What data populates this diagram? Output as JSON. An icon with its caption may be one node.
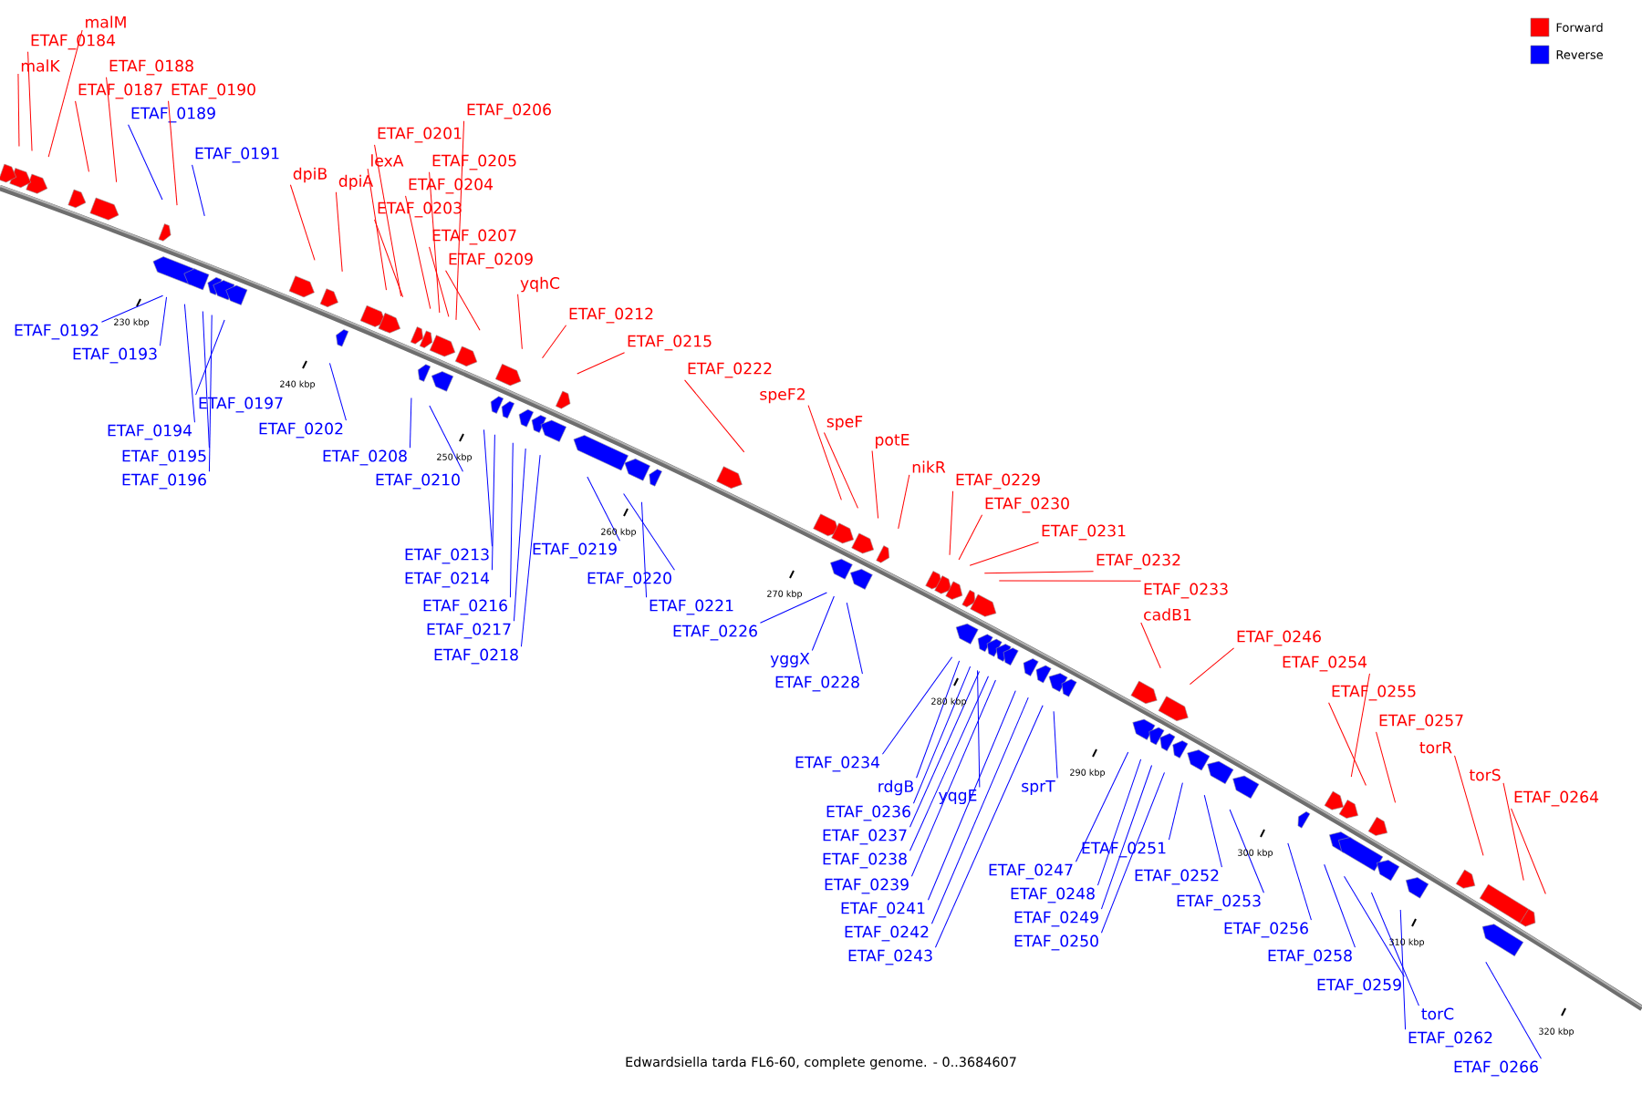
{
  "diagram": {
    "caption": "Edwardsiella tarda FL6-60, complete genome. - 0..3684607",
    "nodes": [
      {
        "text": [
          "malM"
        ]
      },
      {
        "text": [
          "ETAF_0184"
        ]
      },
      {
        "text": [
          "malK"
        ]
      },
      {
        "text": [
          "ETAF_0188"
        ]
      },
      {
        "text": [
          "ETAF_0187"
        ]
      },
      {
        "text": [
          "ETAF_0190"
        ]
      },
      {
        "text": [
          "ETAF_0189"
        ]
      },
      {
        "text": [
          "ETAF_0191"
        ]
      },
      {
        "text": [
          "dpiB"
        ]
      },
      {
        "text": [
          "dpiA"
        ]
      },
      {
        "text": [
          "lexA"
        ]
      },
      {
        "text": [
          "ETAF_0201"
        ]
      },
      {
        "text": [
          "ETAF_0206"
        ]
      },
      {
        "text": [
          "ETAF_0205"
        ]
      },
      {
        "text": [
          "ETAF_0204"
        ]
      },
      {
        "text": [
          "ETAF_0203"
        ]
      },
      {
        "text": [
          "ETAF_0207"
        ]
      },
      {
        "text": [
          "ETAF_0209"
        ]
      },
      {
        "text": [
          "yqhC"
        ]
      },
      {
        "text": [
          "ETAF_0212"
        ]
      },
      {
        "text": [
          "ETAF_0215"
        ]
      },
      {
        "text": [
          "ETAF_0222"
        ]
      },
      {
        "text": [
          "speF2"
        ]
      },
      {
        "text": [
          "speF"
        ]
      },
      {
        "text": [
          "potE"
        ]
      },
      {
        "text": [
          "nikR"
        ]
      },
      {
        "text": [
          "ETAF_0229"
        ]
      },
      {
        "text": [
          "ETAF_0230"
        ]
      },
      {
        "text": [
          "ETAF_0231"
        ]
      },
      {
        "text": [
          "ETAF_0232"
        ]
      },
      {
        "text": [
          "ETAF_0233"
        ]
      },
      {
        "text": [
          "cadB1"
        ]
      },
      {
        "text": [
          "ETAF_0246"
        ]
      },
      {
        "text": [
          "ETAF_0254"
        ]
      },
      {
        "text": [
          "ETAF_0255"
        ]
      },
      {
        "text": [
          "ETAF_0257"
        ]
      },
      {
        "text": [
          "torR"
        ]
      },
      {
        "text": [
          "torS"
        ]
      },
      {
        "text": [
          "ETAF_0264"
        ]
      },
      {
        "text": [
          "ETAF_0192"
        ]
      },
      {
        "text": [
          "ETAF_0193"
        ]
      },
      {
        "text": [
          "ETAF_0194"
        ]
      },
      {
        "text": [
          "ETAF_0195"
        ]
      },
      {
        "text": [
          "ETAF_0196"
        ]
      },
      {
        "text": [
          "ETAF_0197"
        ]
      },
      {
        "text": [
          "ETAF_0202"
        ]
      },
      {
        "text": [
          "ETAF_0208"
        ]
      },
      {
        "text": [
          "ETAF_0210"
        ]
      },
      {
        "text": [
          "ETAF_0213"
        ]
      },
      {
        "text": [
          "ETAF_0214"
        ]
      },
      {
        "text": [
          "ETAF_0216"
        ]
      },
      {
        "text": [
          "ETAF_0217"
        ]
      },
      {
        "text": [
          "ETAF_0218"
        ]
      },
      {
        "text": [
          "ETAF_0219"
        ]
      },
      {
        "text": [
          "ETAF_0220"
        ]
      },
      {
        "text": [
          "ETAF_0221"
        ]
      },
      {
        "text": [
          "ETAF_0226"
        ]
      },
      {
        "text": [
          "yggX"
        ]
      },
      {
        "text": [
          "ETAF_0228"
        ]
      },
      {
        "text": [
          "ETAF_0234"
        ]
      },
      {
        "text": [
          "rdgB"
        ]
      },
      {
        "text": [
          "yqgE"
        ]
      },
      {
        "text": [
          "ETAF_0236"
        ]
      },
      {
        "text": [
          "ETAF_0237"
        ]
      },
      {
        "text": [
          "ETAF_0238"
        ]
      },
      {
        "text": [
          "ETAF_0239"
        ]
      },
      {
        "text": [
          "ETAF_0241"
        ]
      },
      {
        "text": [
          "ETAF_0242"
        ]
      },
      {
        "text": [
          "ETAF_0243"
        ]
      },
      {
        "text": [
          "sprT"
        ]
      },
      {
        "text": [
          "ETAF_0247"
        ]
      },
      {
        "text": [
          "ETAF_0248"
        ]
      },
      {
        "text": [
          "ETAF_0249"
        ]
      },
      {
        "text": [
          "ETAF_0250"
        ]
      },
      {
        "text": [
          "ETAF_0251"
        ]
      },
      {
        "text": [
          "ETAF_0252"
        ]
      },
      {
        "text": [
          "ETAF_0253"
        ]
      },
      {
        "text": [
          "ETAF_0256"
        ]
      },
      {
        "text": [
          "ETAF_0258"
        ]
      },
      {
        "text": [
          "ETAF_0259"
        ]
      },
      {
        "text": [
          "torC"
        ]
      },
      {
        "text": [
          "ETAF_0262"
        ]
      },
      {
        "text": [
          "ETAF_0266"
        ]
      }
    ],
    "edges": [
      {
        "from": 0,
        "to": null,
        "arrow": "none",
        "color": "#ff0000"
      },
      {
        "from": 1,
        "to": null,
        "arrow": "none",
        "color": "#ff0000"
      },
      {
        "from": 2,
        "to": null,
        "arrow": "none",
        "color": "#ff0000"
      },
      {
        "from": 3,
        "to": null,
        "arrow": "none",
        "color": "#ff0000"
      },
      {
        "from": 4,
        "to": null,
        "arrow": "none",
        "color": "#ff0000"
      },
      {
        "from": 5,
        "to": null,
        "arrow": "none",
        "color": "#ff0000"
      },
      {
        "from": 6,
        "to": null,
        "arrow": "none"
      },
      {
        "from": 7,
        "to": null,
        "arrow": "none"
      },
      {
        "from": 8,
        "to": null,
        "arrow": "none",
        "color": "#ff0000"
      },
      {
        "from": 9,
        "to": null,
        "arrow": "none",
        "color": "#ff0000"
      },
      {
        "from": 10,
        "to": null,
        "arrow": "none",
        "color": "#ff0000"
      },
      {
        "from": 11,
        "to": null,
        "arrow": "none",
        "color": "#ff0000"
      },
      {
        "from": 12,
        "to": null,
        "arrow": "none",
        "color": "#ff0000"
      },
      {
        "from": 13,
        "to": null,
        "arrow": "none",
        "color": "#ff0000"
      },
      {
        "from": 14,
        "to": null,
        "arrow": "none",
        "color": "#ff0000"
      },
      {
        "from": 15,
        "to": null,
        "arrow": "none",
        "color": "#ff0000"
      },
      {
        "from": 16,
        "to": null,
        "arrow": "none",
        "color": "#ff0000"
      },
      {
        "from": 17,
        "to": null,
        "arrow": "none",
        "color": "#ff0000"
      },
      {
        "from": 18,
        "to": null,
        "arrow": "none",
        "color": "#ff0000"
      },
      {
        "from": 19,
        "to": null,
        "arrow": "none",
        "color": "#ff0000"
      },
      {
        "from": 20,
        "to": null,
        "arrow": "none",
        "color": "#ff0000"
      },
      {
        "from": 21,
        "to": null,
        "arrow": "none",
        "color": "#ff0000"
      },
      {
        "from": 22,
        "to": null,
        "arrow": "none",
        "color": "#ff0000"
      },
      {
        "from": 23,
        "to": null,
        "arrow": "none",
        "color": "#ff0000"
      },
      {
        "from": 24,
        "to": null,
        "arrow": "none",
        "color": "#ff0000"
      },
      {
        "from": 25,
        "to": null,
        "arrow": "none",
        "color": "#ff0000"
      },
      {
        "from": 26,
        "to": null,
        "arrow": "none",
        "color": "#ff0000"
      },
      {
        "from": 27,
        "to": null,
        "arrow": "none",
        "color": "#ff0000"
      },
      {
        "from": 28,
        "to": null,
        "arrow": "none",
        "color": "#ff0000"
      },
      {
        "from": 29,
        "to": null,
        "arrow": "none",
        "color": "#ff0000"
      },
      {
        "from": 30,
        "to": null,
        "arrow": "none",
        "color": "#ff0000"
      },
      {
        "from": 31,
        "to": null,
        "arrow": "none",
        "color": "#ff0000"
      },
      {
        "from": 32,
        "to": null,
        "arrow": "none",
        "color": "#ff0000"
      },
      {
        "from": 33,
        "to": null,
        "arrow": "none",
        "color": "#ff0000"
      },
      {
        "from": 34,
        "to": null,
        "arrow": "none",
        "color": "#ff0000"
      },
      {
        "from": 35,
        "to": null,
        "arrow": "none",
        "color": "#ff0000"
      },
      {
        "from": 36,
        "to": null,
        "arrow": "none",
        "color": "#ff0000"
      },
      {
        "from": 37,
        "to": null,
        "arrow": "none",
        "color": "#ff0000"
      },
      {
        "from": 38,
        "to": null,
        "arrow": "none",
        "color": "#ff0000"
      },
      {
        "from": 39,
        "to": null,
        "arrow": "none"
      },
      {
        "from": 40,
        "to": null,
        "arrow": "none"
      },
      {
        "from": 41,
        "to": null,
        "arrow": "none"
      },
      {
        "from": 42,
        "to": null,
        "arrow": "none"
      },
      {
        "from": 43,
        "to": null,
        "arrow": "none"
      },
      {
        "from": 44,
        "to": null,
        "arrow": "none"
      },
      {
        "from": 45,
        "to": null,
        "arrow": "none"
      },
      {
        "from": 46,
        "to": null,
        "arrow": "none"
      },
      {
        "from": 47,
        "to": null,
        "arrow": "none"
      },
      {
        "from": 48,
        "to": null,
        "arrow": "none"
      },
      {
        "from": 49,
        "to": null,
        "arrow": "none"
      },
      {
        "from": 50,
        "to": null,
        "arrow": "none"
      },
      {
        "from": 51,
        "to": null,
        "arrow": "none"
      },
      {
        "from": 52,
        "to": null,
        "arrow": "none"
      },
      {
        "from": 53,
        "to": null,
        "arrow": "none"
      },
      {
        "from": 54,
        "to": null,
        "arrow": "none"
      },
      {
        "from": 55,
        "to": null,
        "arrow": "none"
      },
      {
        "from": 56,
        "to": null,
        "arrow": "none"
      },
      {
        "from": 57,
        "to": null,
        "arrow": "none"
      },
      {
        "from": 58,
        "to": null,
        "arrow": "none"
      },
      {
        "from": 59,
        "to": null,
        "arrow": "none"
      },
      {
        "from": 60,
        "to": null,
        "arrow": "none"
      },
      {
        "from": 61,
        "to": null,
        "arrow": "none"
      },
      {
        "from": 62,
        "to": null,
        "arrow": "none"
      },
      {
        "from": 63,
        "to": null,
        "arrow": "none"
      },
      {
        "from": 64,
        "to": null,
        "arrow": "none"
      },
      {
        "from": 65,
        "to": null,
        "arrow": "none"
      },
      {
        "from": 66,
        "to": null,
        "arrow": "none"
      },
      {
        "from": 67,
        "to": null,
        "arrow": "none"
      },
      {
        "from": 68,
        "to": null,
        "arrow": "none"
      },
      {
        "from": 69,
        "to": null,
        "arrow": "none"
      },
      {
        "from": 70,
        "to": null,
        "arrow": "none"
      },
      {
        "from": 71,
        "to": null,
        "arrow": "none"
      },
      {
        "from": 72,
        "to": null,
        "arrow": "none"
      },
      {
        "from": 73,
        "to": null,
        "arrow": "none"
      },
      {
        "from": 74,
        "to": null,
        "arrow": "none"
      },
      {
        "from": 75,
        "to": null,
        "arrow": "none"
      },
      {
        "from": 76,
        "to": null,
        "arrow": "none"
      },
      {
        "from": 77,
        "to": null,
        "arrow": "none"
      },
      {
        "from": 78,
        "to": null,
        "arrow": "none"
      },
      {
        "from": 79,
        "to": null,
        "arrow": "none"
      },
      {
        "from": 80,
        "to": null,
        "arrow": "none"
      },
      {
        "from": 81,
        "to": null,
        "arrow": "none"
      },
      {
        "from": 82,
        "to": null,
        "arrow": "none"
      }
    ],
    "labels": [
      "230 kbp",
      "240 kbp",
      "250 kbp",
      "260 kbp",
      "270 kbp",
      "280 kbp",
      "290 kbp",
      "300 kbp",
      "310 kbp",
      "320 kbp"
    ],
    "legend": [
      {
        "text": "Forward",
        "color": "#ff0000"
      },
      {
        "text": "Reverse",
        "color": "#0000ff"
      }
    ]
  }
}
